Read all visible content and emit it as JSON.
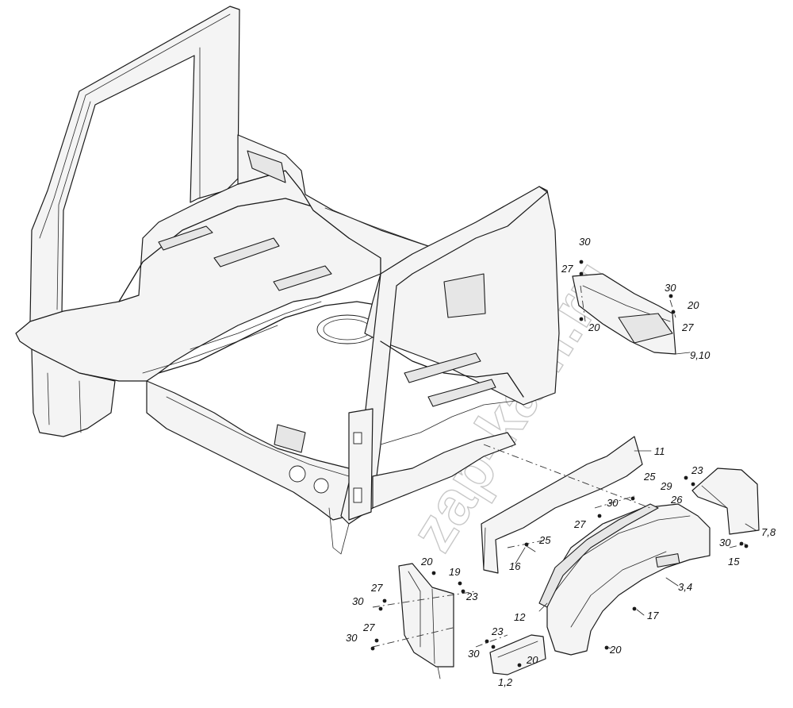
{
  "watermark": "zap-kam.ru",
  "callouts": [
    {
      "id": "c30a",
      "text": "30"
    },
    {
      "id": "c27a",
      "text": "27"
    },
    {
      "id": "c20a",
      "text": "20"
    },
    {
      "id": "c30b",
      "text": "30"
    },
    {
      "id": "c20b",
      "text": "20"
    },
    {
      "id": "c27b",
      "text": "27"
    },
    {
      "id": "c910",
      "text": "9,10"
    },
    {
      "id": "c11",
      "text": "11"
    },
    {
      "id": "c23a",
      "text": "23"
    },
    {
      "id": "c25a",
      "text": "25"
    },
    {
      "id": "c29",
      "text": "29"
    },
    {
      "id": "c30c",
      "text": "30"
    },
    {
      "id": "c26",
      "text": "26"
    },
    {
      "id": "c27c",
      "text": "27"
    },
    {
      "id": "c78",
      "text": "7,8"
    },
    {
      "id": "c25b",
      "text": "25"
    },
    {
      "id": "c16",
      "text": "16"
    },
    {
      "id": "c30d",
      "text": "30"
    },
    {
      "id": "c15",
      "text": "15"
    },
    {
      "id": "c34",
      "text": "3,4"
    },
    {
      "id": "c20c",
      "text": "20"
    },
    {
      "id": "c19",
      "text": "19"
    },
    {
      "id": "c23b",
      "text": "23"
    },
    {
      "id": "c27d",
      "text": "27"
    },
    {
      "id": "c30e",
      "text": "30"
    },
    {
      "id": "c12",
      "text": "12"
    },
    {
      "id": "c17",
      "text": "17"
    },
    {
      "id": "c27e",
      "text": "27"
    },
    {
      "id": "c30f",
      "text": "30"
    },
    {
      "id": "c23c",
      "text": "23"
    },
    {
      "id": "c30g",
      "text": "30"
    },
    {
      "id": "c20d",
      "text": "20"
    },
    {
      "id": "c20e",
      "text": "20"
    },
    {
      "id": "c12b",
      "text": "1,2"
    }
  ]
}
